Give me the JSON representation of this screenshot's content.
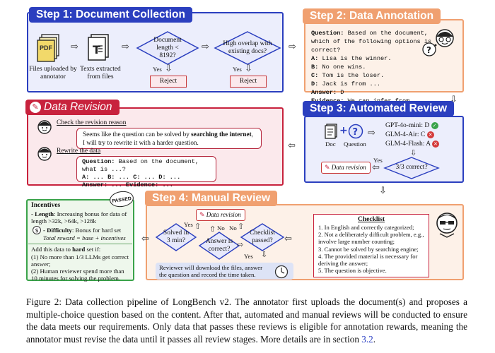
{
  "step1": {
    "title": "Step 1: Document Collection",
    "files_label": "Files uploaded by annotator",
    "texts_label": "Texts extracted from files",
    "q1": "Document length < 8192?",
    "q2": "High overlap with existing docs?",
    "yes": "Yes",
    "reject": "Reject",
    "pdf_text": "PDF",
    "colors": {
      "border": "#2b3fbf",
      "header": "#2b3fbf",
      "bg": "#eceefc"
    }
  },
  "step2": {
    "title": "Step 2: Data Annotation",
    "question_key": "Question:",
    "question_text": "Based on the document, which of the following options is correct?",
    "options": [
      {
        "key": "A:",
        "text": "Lisa is the winner."
      },
      {
        "key": "B:",
        "text": "No one wins."
      },
      {
        "key": "C:",
        "text": "Tom is the loser."
      },
      {
        "key": "D:",
        "text": "Jack is from ..."
      }
    ],
    "answer_key": "Answer:",
    "answer_text": "D",
    "evidence_key": "Evidence:",
    "evidence_text": "We can infer from ...",
    "colors": {
      "border": "#f0a070",
      "header": "#f0a070",
      "bg": "#fdf1e8"
    }
  },
  "revision": {
    "title": "Data Revision",
    "check_label": "Check the revision reason",
    "reason_pre": "Seems like the question can be solved by ",
    "reason_bold": "searching the internet",
    "reason_post": ", I will try to rewrite it with a harder question.",
    "rewrite_label": "Rewrite the data",
    "q_key": "Question:",
    "q_text": "Based on the document, what is ...?",
    "opts_line": "A: ... B: ... C: ... D: ...",
    "ans_line": "Answer: ... Evidence: ...",
    "colors": {
      "border": "#c8223d",
      "header": "#c8223d",
      "bg": "#fbe9ec"
    }
  },
  "step3": {
    "title": "Step 3: Automated Review",
    "doc_label": "Doc",
    "question_label": "Question",
    "models": [
      {
        "name": "GPT-4o-mini: D",
        "status": "correct"
      },
      {
        "name": "GLM-4-Air: C",
        "status": "wrong"
      },
      {
        "name": "GLM-4-Flash: A",
        "status": "wrong"
      }
    ],
    "check": "3/3 correct?",
    "yes": "Yes",
    "revision_label": "Data revision",
    "colors": {
      "border": "#2b3fbf",
      "header": "#2b3fbf",
      "bg": "#eceefc",
      "green": "#3aa34a",
      "red": "#d43a3a"
    }
  },
  "step4": {
    "title": "Step 4: Manual Review",
    "revision_label": "Data revision",
    "solved": "Solved in 3 min?",
    "correct": "Answer is correct?",
    "checklist_q": "Checklist passed?",
    "yes": "Yes",
    "no": "No",
    "note": "Reviewer will download the files, answer the question and record the time taken.",
    "checklist_title": "Checklist",
    "checklist": [
      "1. In English and correctly categorized;",
      "2. Not a deliberately difficult problem, e.g., involve large number counting;",
      "3. Cannot be solved by searching engine;",
      "4. The provided material is necessary for deriving the answer;",
      "5. The question is objective."
    ],
    "colors": {
      "border": "#f0a070",
      "header": "#f0a070",
      "bg": "#fdf1e8"
    }
  },
  "incentives": {
    "title": "Incentives",
    "badge": "PASSED",
    "length_key": "- Length",
    "length_text": ": Increasing bonus for data of length >32k, >64k, >128k",
    "difficulty_key": "- Difficulty",
    "difficulty_text": ": Bonus for hard set",
    "total": "Total reward = base + incentives",
    "hard_intro_pre": "Add this data to ",
    "hard_bold": "hard",
    "hard_intro_post": " set if:",
    "cond1": "(1) No more than 1/3 LLMs get correct answer;",
    "cond2": "(2) Human reviewer spend more than 10 minutes for solving the problem.",
    "colors": {
      "border": "#3aa34a",
      "bg": "#eef7ec"
    }
  },
  "caption": {
    "text_pre": "Figure 2: Data collection pipeline of LongBench v2. The annotator first uploads the document(s) and proposes a multiple-choice question based on the content. After that, automated and manual reviews will be conducted to ensure the data meets our requirements. Only data that passes these reviews is eligible for annotation rewards, meaning the annotator must revise the data until it passes all review stages. More details are in section ",
    "ref": "3.2",
    "text_post": "."
  }
}
